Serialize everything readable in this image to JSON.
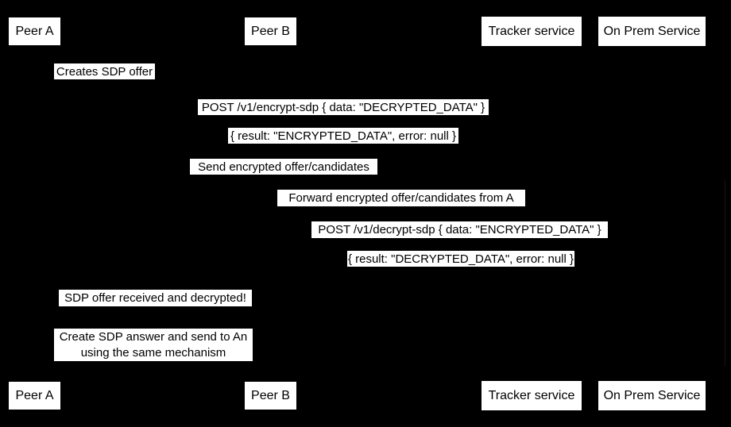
{
  "diagram": {
    "type": "sequence-diagram",
    "colors": {
      "background": "#000000",
      "box_fill": "#ffffff",
      "box_text": "#000000"
    },
    "participants": [
      {
        "id": "peer-a",
        "label": "Peer A"
      },
      {
        "id": "peer-b",
        "label": "Peer B"
      },
      {
        "id": "tracker",
        "label": "Tracker service"
      },
      {
        "id": "onprem",
        "label": "On Prem Service"
      }
    ],
    "messages": [
      {
        "label": "Creates SDP offer"
      },
      {
        "label": "POST /v1/encrypt-sdp { data: \"DECRYPTED_DATA\" }"
      },
      {
        "label": "{ result: \"ENCRYPTED_DATA\", error: null }"
      },
      {
        "label": "Send encrypted offer/candidates"
      },
      {
        "label": "Forward encrypted offer/candidates from A"
      },
      {
        "label": "POST /v1/decrypt-sdp { data: \"ENCRYPTED_DATA\" }"
      },
      {
        "label": "{ result: \"DECRYPTED_DATA\", error: null }"
      },
      {
        "label": "SDP offer received and decrypted!"
      }
    ],
    "note": {
      "line1": "Create SDP answer and send to An",
      "line2": "using the same mechanism"
    }
  }
}
